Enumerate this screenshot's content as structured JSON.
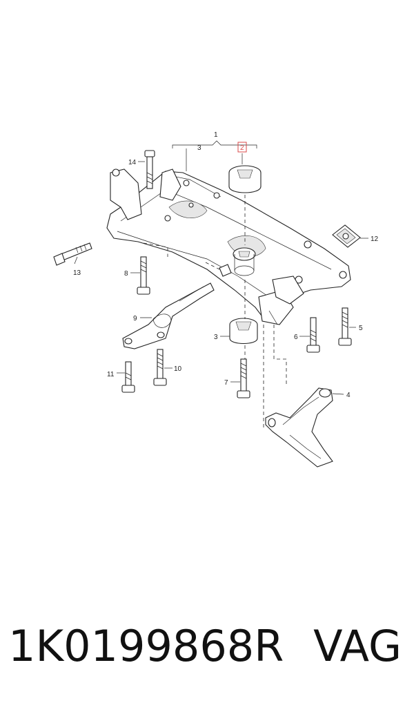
{
  "diagram": {
    "callouts": {
      "c1": "1",
      "c2": "2",
      "c3a": "3",
      "c3b": "3",
      "c4": "4",
      "c5": "5",
      "c6": "6",
      "c7": "7",
      "c8": "8",
      "c9": "9",
      "c10": "10",
      "c11": "11",
      "c12": "12",
      "c13": "13",
      "c14": "14"
    },
    "highlighted_callout": "2",
    "highlight_color": "#d94a4a"
  },
  "caption": {
    "part_number": "1K0199868R",
    "brand": "VAG"
  }
}
